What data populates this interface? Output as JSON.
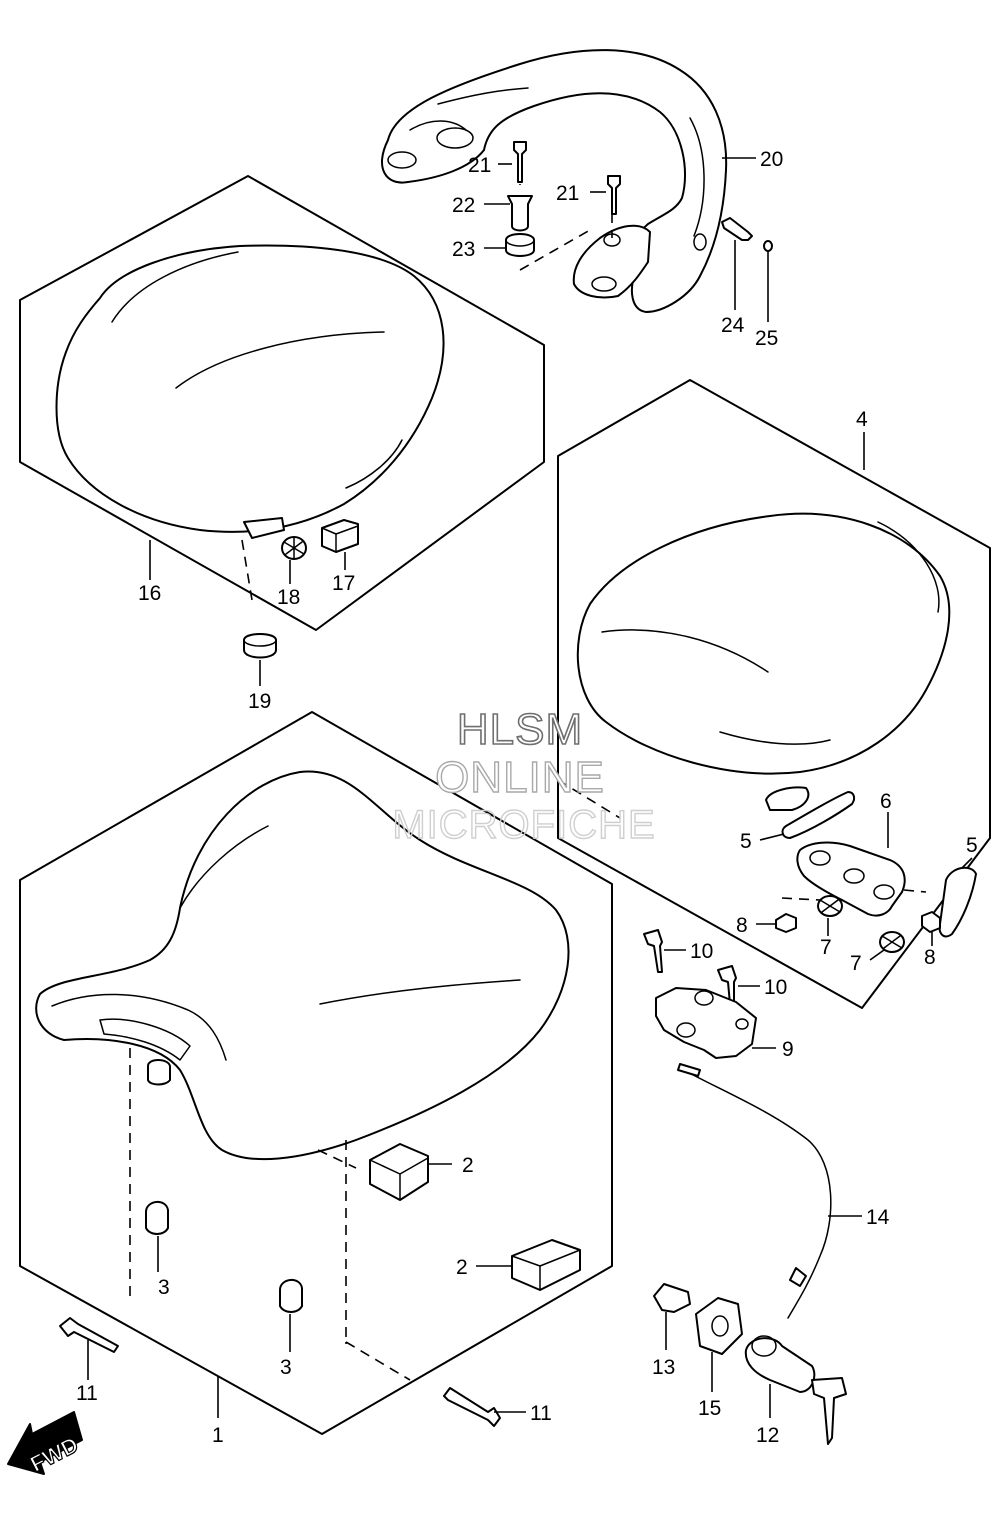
{
  "watermark": {
    "line1": "HLSM",
    "line2": "ONLINE",
    "line3": "MICROFICHE"
  },
  "direction_marker": {
    "label": "FWD"
  },
  "callouts": {
    "c1": "1",
    "c2a": "2",
    "c2b": "2",
    "c3a": "3",
    "c3b": "3",
    "c4": "4",
    "c5a": "5",
    "c5b": "5",
    "c6": "6",
    "c7a": "7",
    "c7b": "7",
    "c8a": "8",
    "c8b": "8",
    "c9": "9",
    "c10a": "10",
    "c10b": "10",
    "c11a": "11",
    "c11b": "11",
    "c12": "12",
    "c13": "13",
    "c14": "14",
    "c15": "15",
    "c16": "16",
    "c17": "17",
    "c18": "18",
    "c19": "19",
    "c20": "20",
    "c21a": "21",
    "c21b": "21",
    "c22": "22",
    "c23": "23",
    "c24": "24",
    "c25": "25"
  }
}
